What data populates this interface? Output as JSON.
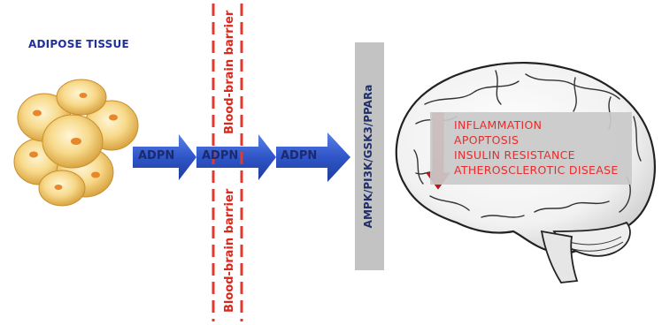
{
  "source": {
    "label": "ADIPOSE TISSUE"
  },
  "flow": {
    "molecule_labels": [
      "ADPN",
      "ADPN",
      "ADPN"
    ]
  },
  "barrier": {
    "top_label": "Blood-brain barrier",
    "bottom_label": "Blood-brain barrier"
  },
  "pathway": {
    "label": "AMPK/PI3K/GSK3/PPARa"
  },
  "effects": {
    "items": [
      "INFLAMMATION",
      "APOPTOSIS",
      "INSULIN RESISTANCE",
      "ATHEROSCLEROTIC DISEASE"
    ],
    "direction": "decrease"
  },
  "colors": {
    "arrow": "#2f55c8",
    "barrier": "#e23a2e",
    "effect_text": "#e62d2d",
    "title": "#1f2f9e"
  }
}
